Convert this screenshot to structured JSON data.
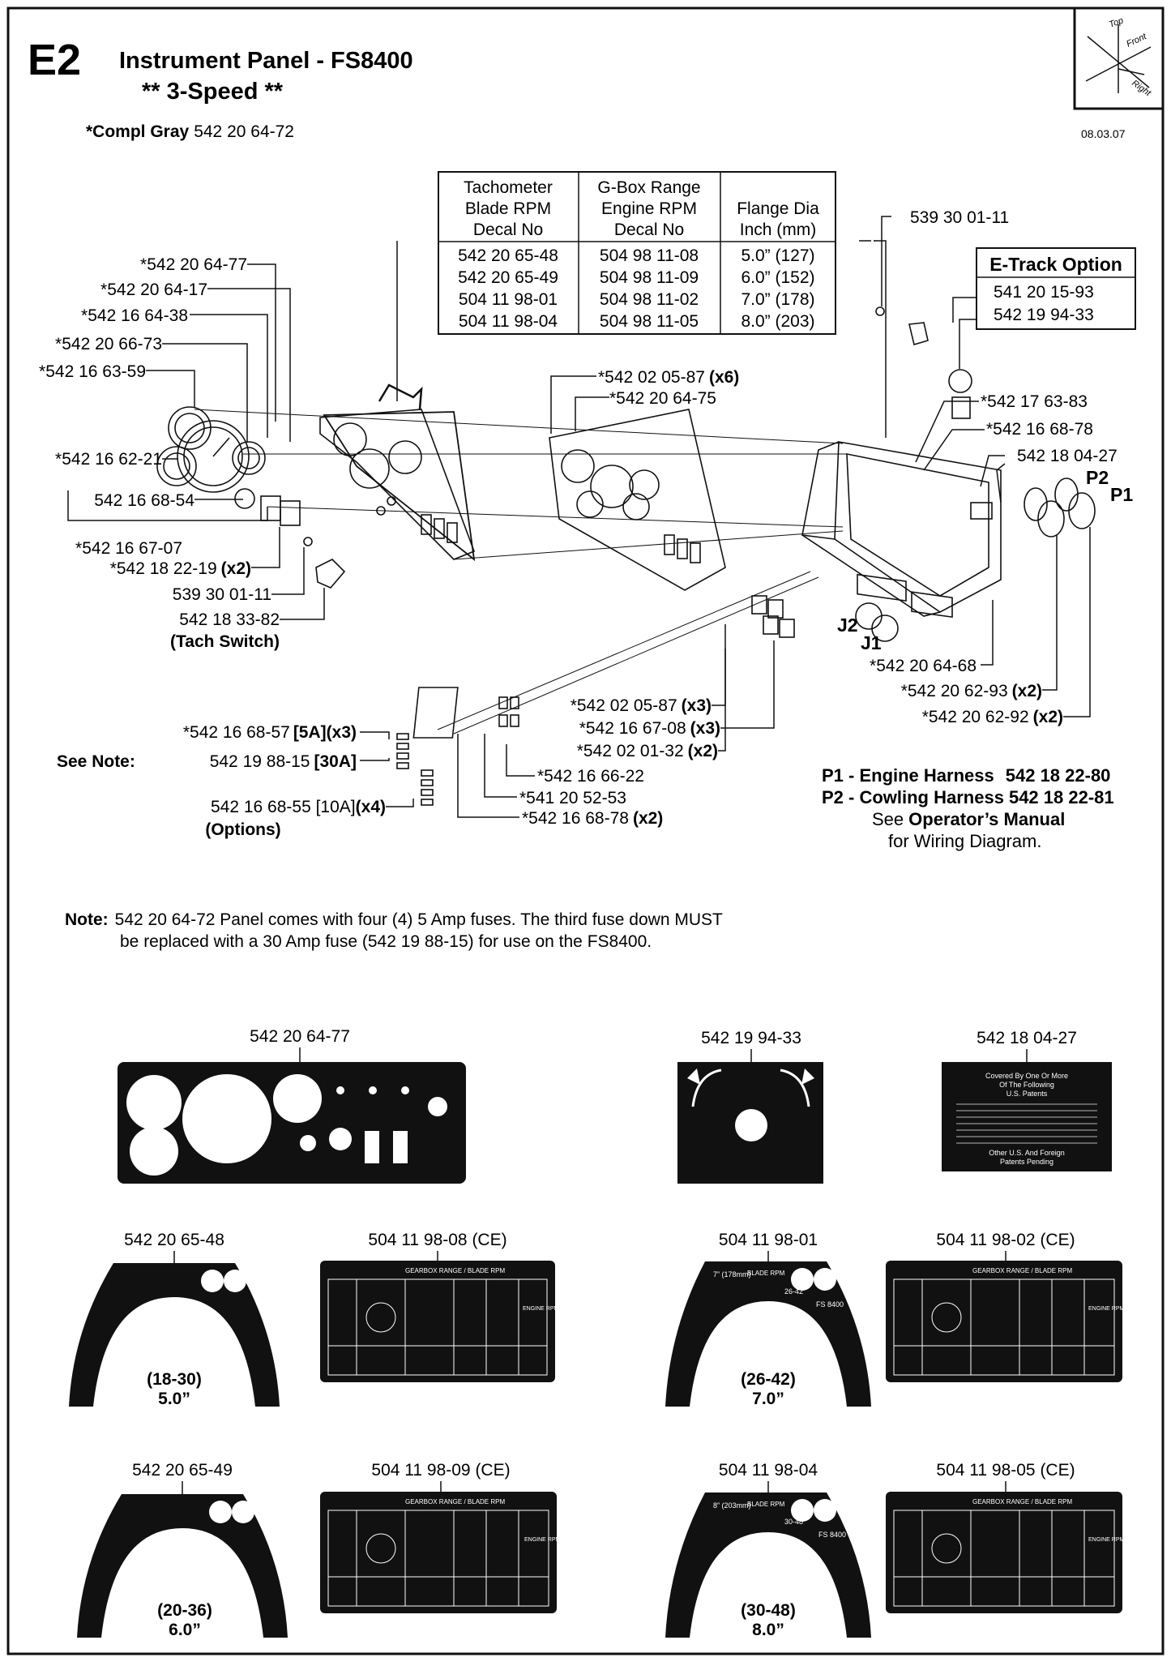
{
  "header": {
    "section": "E2",
    "title": "Instrument Panel - FS8400",
    "subtitle": "** 3-Speed **",
    "compl_label": "*Compl Gray",
    "compl_part": "542 20 64-72",
    "date": "08.03.07"
  },
  "orientation": {
    "top": "Top",
    "front": "Front",
    "right": "Right"
  },
  "table": {
    "headers": [
      [
        "Tachometer",
        "Blade RPM",
        "Decal No"
      ],
      [
        "G-Box Range",
        "Engine RPM",
        "Decal No"
      ],
      [
        "Flange Dia",
        "Inch (mm)"
      ]
    ],
    "rows": [
      [
        "542 20 65-48",
        "504 98 11-08",
        "5.0” (127)"
      ],
      [
        "542 20 65-49",
        "504 98 11-09",
        "6.0” (152)"
      ],
      [
        "504 11 98-01",
        "504 98 11-02",
        "7.0” (178)"
      ],
      [
        "504 11 98-04",
        "504 98 11-05",
        "8.0” (203)"
      ]
    ]
  },
  "etrack": {
    "title": "E-Track Option",
    "parts": [
      "541 20 15-93",
      "542 19 94-33"
    ]
  },
  "callouts": {
    "c1": "*542 20 64-77",
    "c2": "*542 20 64-17",
    "c3": "*542 16 64-38",
    "c4": "*542 20 66-73",
    "c5": "*542 16 63-59",
    "c6": "*542 16 62-21",
    "c7": "542 16 68-54",
    "c8": "*542 16 67-07",
    "c9a": "*542 18 22-19",
    "c9b": "(x2)",
    "c10": "539 30 01-11",
    "c11": "542 18 33-82",
    "c11b": "(Tach Switch)",
    "c12a": "*542 02 05-87",
    "c12b": "(x6)",
    "c13": "*542 20 64-75",
    "c14": "539 30 01-11",
    "c15": "*542 17 63-83",
    "c16": "*542 16 68-78",
    "c17": "542 18 04-27",
    "p2": "P2",
    "p1": "P1",
    "j2": "J2",
    "j1": "J1",
    "c18": "*542 20 64-68",
    "c19a": "*542 20 62-93",
    "c19b": "(x2)",
    "c20a": "*542 20 62-92",
    "c20b": "(x2)",
    "c21a": "*542 02 05-87",
    "c21b": "(x3)",
    "c22a": "*542 16 67-08",
    "c22b": "(x3)",
    "c23a": "*542 02 01-32",
    "c23b": "(x2)",
    "c24": "*542 16 66-22",
    "c25": "*541 20 52-53",
    "c26a": "*542 16 68-78",
    "c26b": "(x2)",
    "f1a": "*542 16 68-57",
    "f1b": "[5A](x3)",
    "f2label": "See Note:",
    "f2a": "542 19 88-15",
    "f2b": "[30A]",
    "f3a": "542 16 68-55 [10A]",
    "f3b": "(x4)",
    "f3c": "(Options)"
  },
  "harness": {
    "p1_label": "P1 - Engine Harness",
    "p1_part": "542 18 22-80",
    "p2_label": "P2 - Cowling Harness",
    "p2_part": "542 18 22-81",
    "see": "See",
    "manual": "Operator’s Manual",
    "wiring": "for Wiring Diagram."
  },
  "note": {
    "label": "Note:",
    "line1": "542 20 64-72 Panel comes with four (4) 5 Amp fuses. The third fuse down MUST",
    "line2": "be replaced with a 30 Amp fuse (542 19 88-15) for use on the FS8400."
  },
  "decals": {
    "d1": "542 20 64-77",
    "d2": "542 19 94-33",
    "d3": "542 18 04-27",
    "patent": [
      "Covered By One Or More",
      "Of The Following",
      "U.S. Patents",
      "Other U.S. And Foreign",
      "Patents Pending"
    ],
    "t1": "542 20 65-48",
    "t1r": "(18-30)",
    "t1d": "5.0”",
    "g1": "504 11 98-08 (CE)",
    "t2": "504 11 98-01",
    "t2r": "(26-42)",
    "t2d": "7.0”",
    "g2": "504 11 98-02 (CE)",
    "t3": "542 20 65-49",
    "t3r": "(20-36)",
    "t3d": "6.0”",
    "g3": "504 11 98-09 (CE)",
    "t4": "504 11 98-04",
    "t4r": "(30-48)",
    "t4d": "8.0”",
    "g4": "504 11 98-05 (CE)",
    "t2flange": "7” (178mm)",
    "t4flange": "8” (203mm)",
    "t2rng": "26-42",
    "t4rng": "30-48",
    "fs": "FS 8400",
    "blade_rpm": "BLADE RPM",
    "gbox_title": "GEARBOX RANGE / BLADE RPM",
    "engine_rpm": "ENGINE RPM"
  }
}
